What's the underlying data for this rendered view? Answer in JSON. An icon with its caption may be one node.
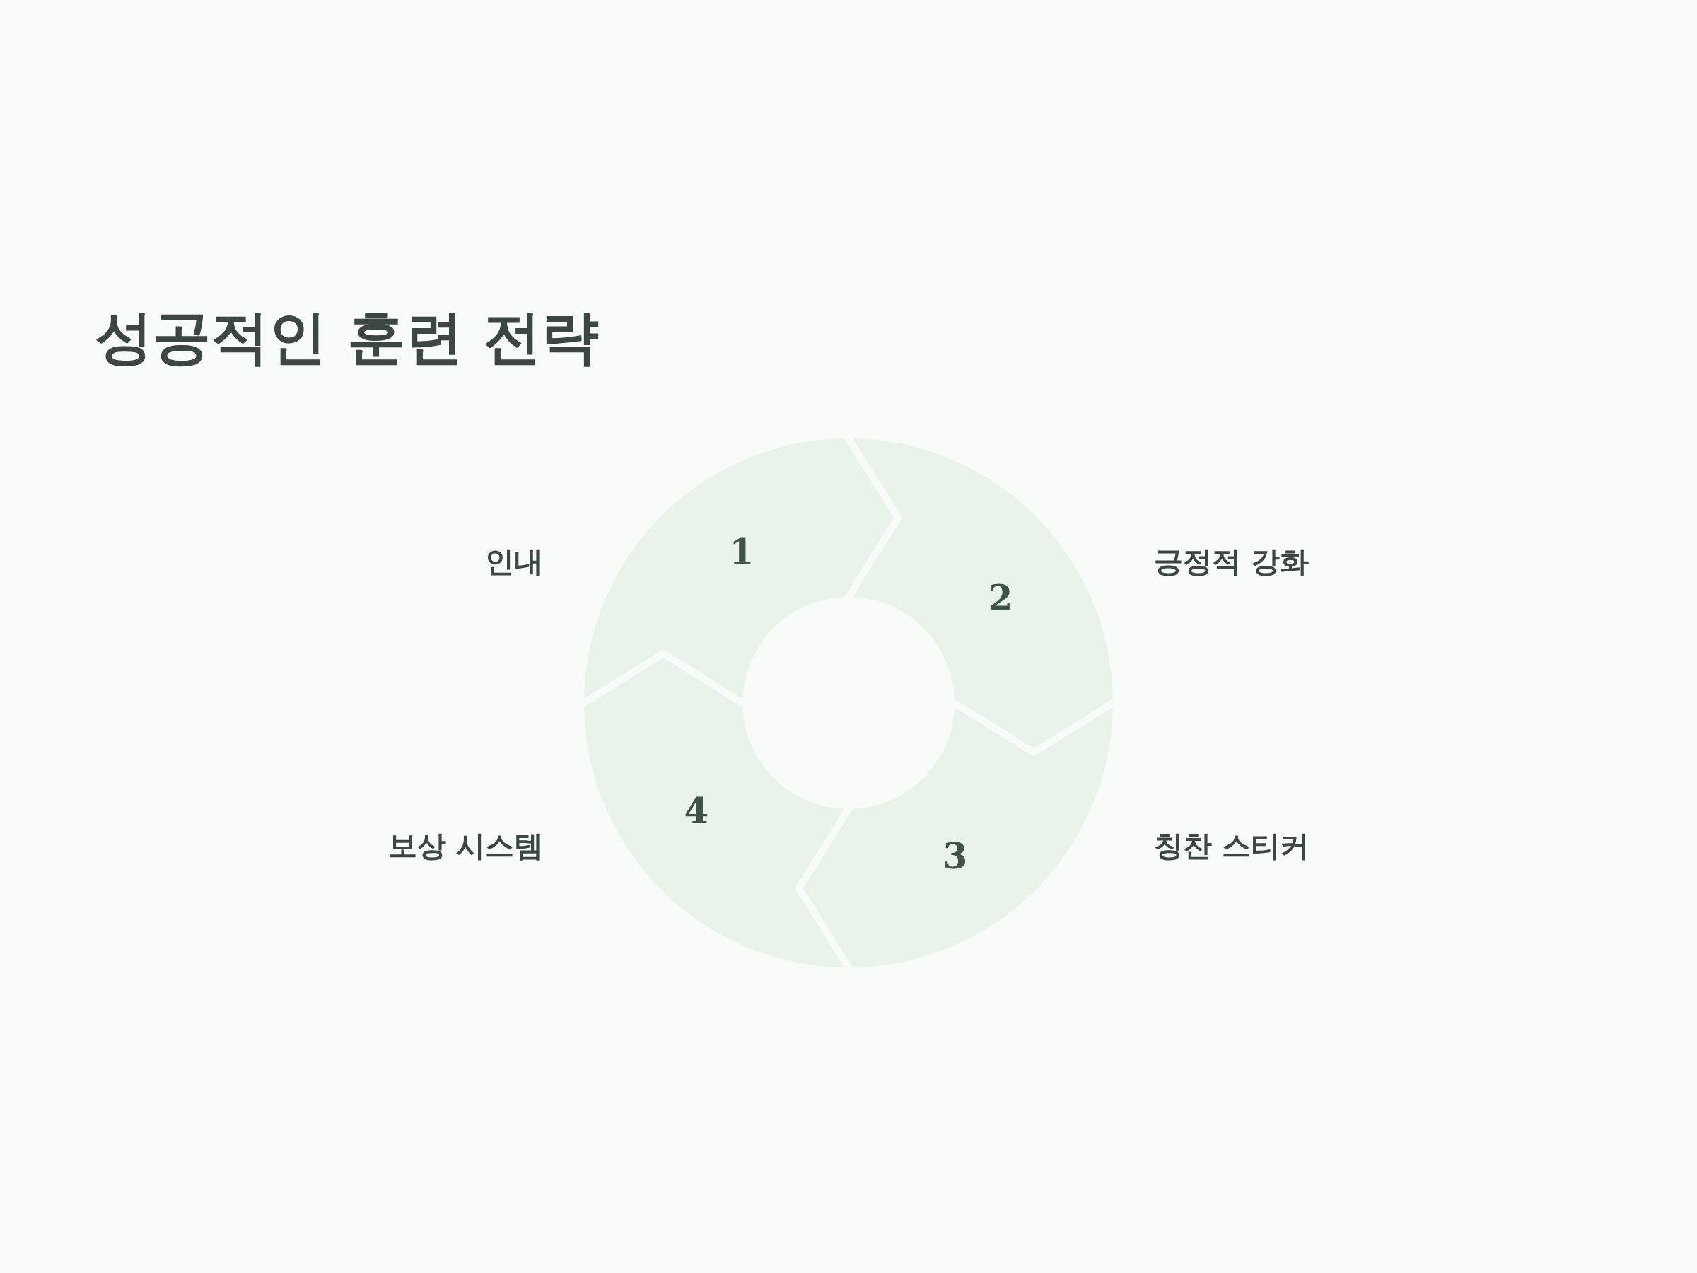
{
  "diagram": {
    "title": "성공적인 훈련 전략",
    "nodes": [
      {
        "text": [
          "1"
        ],
        "beside": [
          "인내"
        ]
      },
      {
        "text": [
          "2"
        ],
        "beside": [
          "긍정적 강화"
        ]
      },
      {
        "text": [
          "3"
        ],
        "beside": [
          "칭찬 스티커"
        ]
      },
      {
        "text": [
          "4"
        ],
        "beside": [
          "보상 시스템"
        ]
      }
    ]
  }
}
